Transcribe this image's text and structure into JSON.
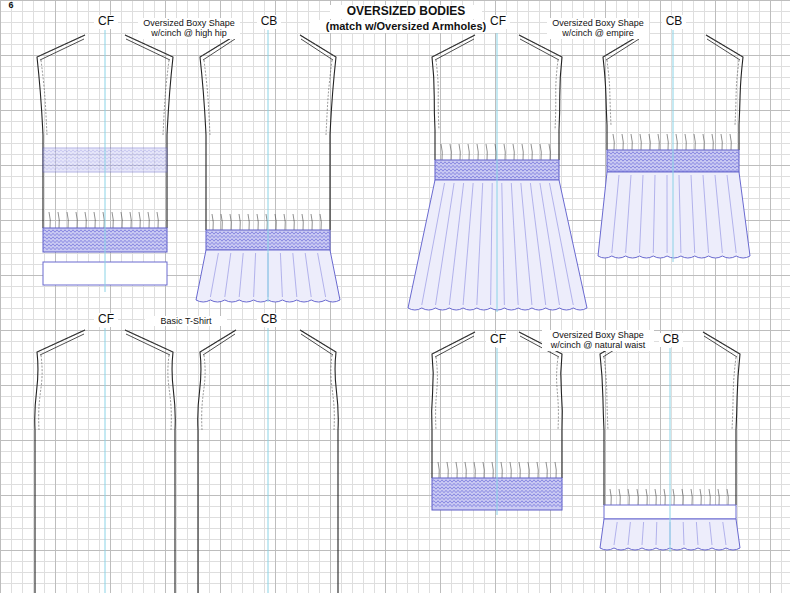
{
  "diagram": {
    "title": "OVERSIZED BODIES",
    "caption": "(match w/Oversized Armholes)",
    "labels": [
      "6",
      "CF",
      "Oversized Boxy Shape w/cinch @ high hip",
      "CB",
      "CF",
      "Oversized Boxy Shape w/cinch @ empire",
      "CB",
      "CF",
      "Basic T-Shirt",
      "CB",
      "CF",
      "Oversized Boxy Shape w/cinch @ natural waist",
      "CB"
    ]
  }
}
